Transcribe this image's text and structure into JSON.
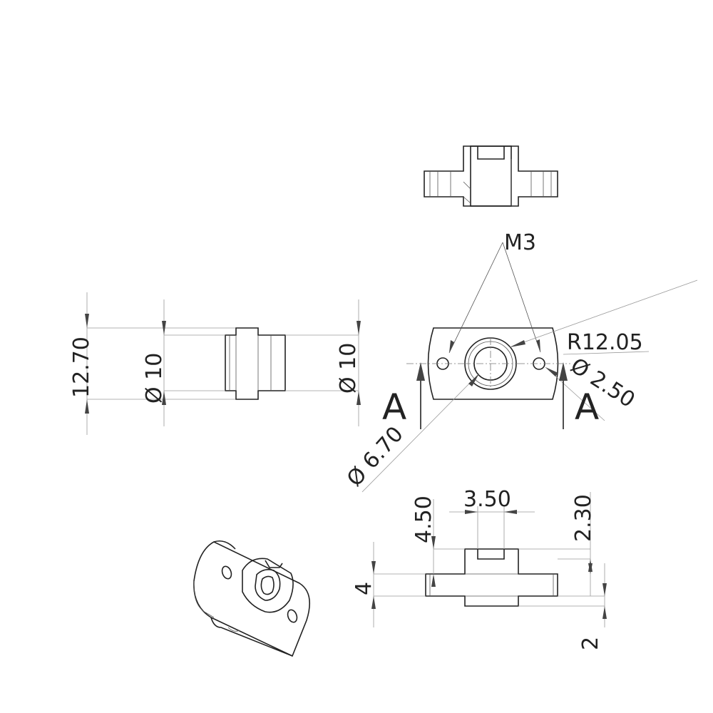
{
  "drawing": {
    "dimensions": {
      "height_left": "12.70",
      "dia_inner_left": "Ø 10",
      "dia_right": "Ø 10",
      "thread": "M3",
      "radius": "R12.05",
      "hole_dia": "Ø 2.50",
      "bore_dia": "Ø 6.70",
      "slot_width": "3.50",
      "top_height": "4.50",
      "slot_depth": "2.30",
      "flange_thickness": "4",
      "bottom_boss": "2"
    },
    "section_labels": {
      "left": "A",
      "right": "A"
    }
  }
}
